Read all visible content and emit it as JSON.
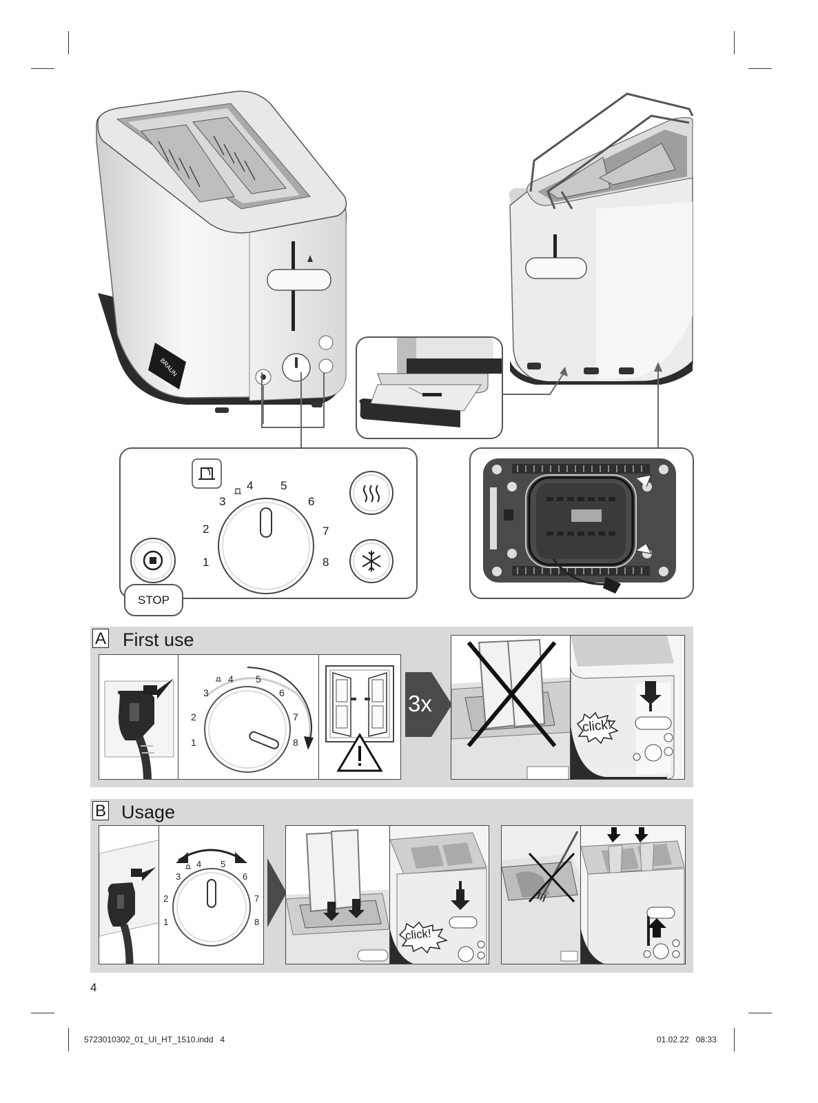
{
  "main_illustration": {
    "brand": "BRAUN",
    "dial_numbers": [
      "1",
      "2",
      "3",
      "4",
      "5",
      "6",
      "7",
      "8"
    ],
    "stop_label": "STOP"
  },
  "section_a": {
    "letter": "A",
    "title": "First use",
    "repeat_label": "3x",
    "click_label": "click!"
  },
  "section_b": {
    "letter": "B",
    "title": "Usage",
    "click_label": "click!"
  },
  "page_number": "4",
  "footer": {
    "file": "5723010302_01_UI_HT_1510.indd   4",
    "date": "01.02.22   08:33"
  },
  "icons": [
    "reheat-icon",
    "defrost-icon",
    "stop-icon",
    "bun-warmer-icon",
    "warning-icon",
    "window-icon",
    "arrow-icon",
    "plug-icon"
  ]
}
